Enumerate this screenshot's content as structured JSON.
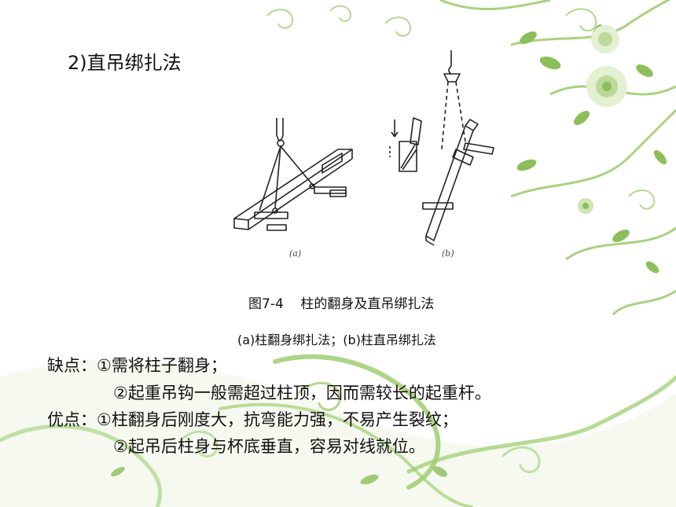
{
  "heading": "2)直吊绑扎法",
  "figure": {
    "label_a": "(a)",
    "label_b": "(b)",
    "caption": "图7-4    柱的翻身及直吊绑扎法",
    "subcaption": "(a)柱翻身绑扎法；(b)柱直吊绑扎法"
  },
  "disadvantages": {
    "label": "缺点：",
    "item1": "①需将柱子翻身；",
    "item2": "②起重吊钩一般需超过柱顶，因而需较长的起重杆。"
  },
  "advantages": {
    "label": "优点：",
    "item1": "①柱翻身后刚度大，抗弯能力强，不易产生裂纹；",
    "item2": "②起吊后柱身与杯底垂直，容易对线就位。"
  },
  "colors": {
    "leaf": "#8cbf5a",
    "leaf_light": "#cfe6b3",
    "swirl": "#9fce72",
    "text": "#111111"
  }
}
